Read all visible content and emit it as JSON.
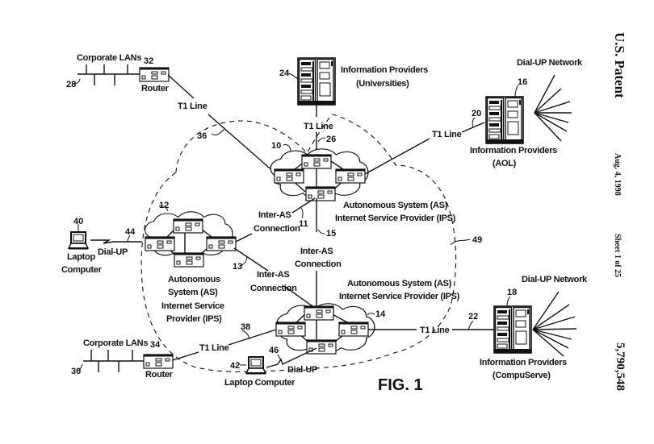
{
  "header": {
    "patent_label": "U.S. Patent",
    "date": "Aug. 4, 1998",
    "sheet": "Sheet 1 of 25",
    "patent_number": "5,790,548"
  },
  "figure": {
    "title": "FIG. 1"
  },
  "corporate_lan_top": {
    "label": "Corporate LANs",
    "ref": "28",
    "router_label": "Router",
    "router_ref": "32"
  },
  "corporate_lan_bottom": {
    "label": "Corporate LANs",
    "ref": "30",
    "router_label": "Router",
    "router_ref": "34"
  },
  "info_universities": {
    "line1": "Information Providers",
    "line2": "(Universities)",
    "ref": "24"
  },
  "info_aol": {
    "line1": "Information Providers",
    "line2": "(AOL)",
    "ref_server": "16",
    "ref_line": "20",
    "network_label": "Dial-UP Network"
  },
  "info_compuserve": {
    "line1": "Information Providers",
    "line2": "(CompuServe)",
    "ref_server": "18",
    "ref_line": "22",
    "network_label": "Dial-UP Network"
  },
  "as_top": {
    "ref": "10",
    "line1": "Autonomous System (AS)",
    "line2": "Internet Service Provider (IPS)"
  },
  "as_left": {
    "ref": "12",
    "line1": "Autonomous",
    "line2": "System (AS)",
    "line3": "Internet Service",
    "line4": "Provider (IPS)"
  },
  "as_bottom": {
    "ref": "14",
    "line1": "Autonomous System (AS)",
    "line2": "Internet Service Provider (IPS)"
  },
  "links": {
    "t1_line": "T1 Line",
    "t1_ref_top_left": "36",
    "t1_ref_univ": "26",
    "t1_ref_bottom_left": "38",
    "inter_as_1": "Inter-AS",
    "inter_as_2": "Connection",
    "inter_as_ref_11": "11",
    "inter_as_ref_13": "13",
    "inter_as_ref_15": "15",
    "dialup": "Dial-UP",
    "dialup_ref_44": "44",
    "dialup_ref_46": "46",
    "internet_ref": "49"
  },
  "laptop_left": {
    "line1": "Laptop",
    "line2": "Computer",
    "ref": "40"
  },
  "laptop_bottom": {
    "label": "Laptop Computer",
    "ref": "42"
  }
}
